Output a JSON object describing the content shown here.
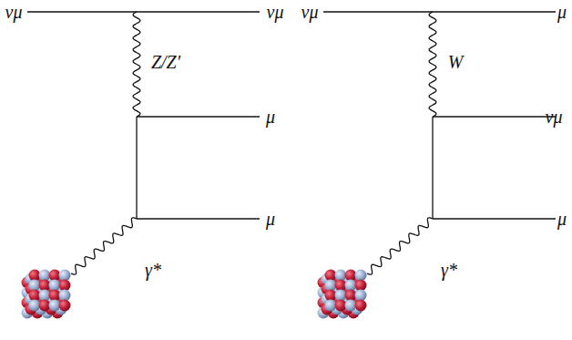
{
  "diagram": {
    "labels": [
      "νμ",
      "νμ",
      "Z/Z′",
      "μ",
      "μ",
      "γ*",
      "νμ",
      "μ",
      "W",
      "νμ",
      "μ",
      "γ*"
    ]
  }
}
